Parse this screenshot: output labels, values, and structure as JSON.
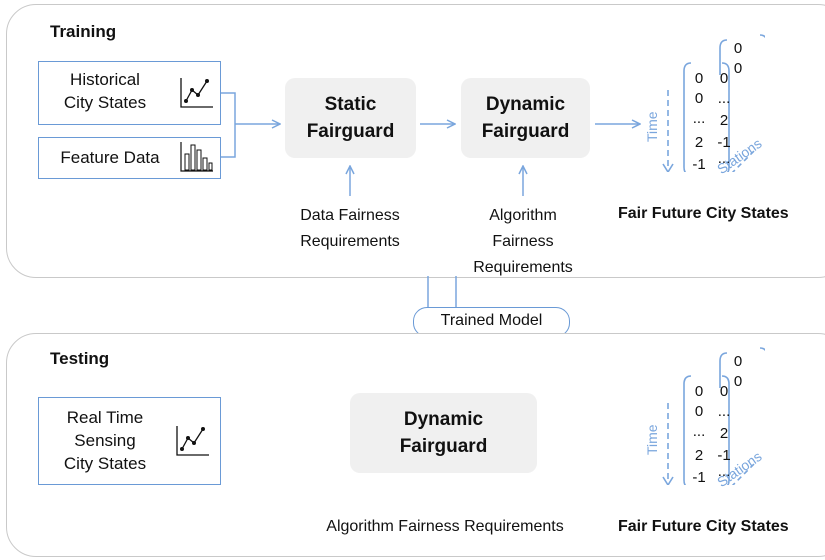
{
  "training": {
    "title": "Training",
    "inputs": {
      "historical": [
        "Historical",
        "City States"
      ],
      "feature": "Feature Data"
    },
    "static_node": [
      "Static",
      "Fairguard"
    ],
    "dynamic_node": [
      "Dynamic",
      "Fairguard"
    ],
    "data_req": [
      "Data Fairness",
      "Requirements"
    ],
    "algo_req": [
      "Algorithm",
      "Fairness",
      "Requirements"
    ],
    "output_title": "Fair Future City States"
  },
  "trained_model": "Trained Model",
  "testing": {
    "title": "Testing",
    "input": [
      "Real Time",
      "Sensing",
      "City States"
    ],
    "dynamic_node": [
      "Dynamic",
      "Fairguard"
    ],
    "algo_req": "Algorithm Fairness Requirements",
    "output_title": "Fair Future City States"
  },
  "matrix": {
    "front_col1": [
      "0",
      "0",
      "...",
      "2",
      "-1"
    ],
    "front_col2": [
      "0",
      "...",
      "2",
      "-1",
      "..."
    ],
    "back_col": [
      "0",
      "0"
    ],
    "time_label": "Time",
    "stations_label": "Stations"
  },
  "icons": {
    "historical": "line-chart-icon",
    "feature": "bar-chart-icon",
    "realtime": "line-chart-icon"
  },
  "colors": {
    "accent": "#6a9ad6",
    "node_fill": "#f0f0f0",
    "panel_border": "#c9c9c9"
  }
}
